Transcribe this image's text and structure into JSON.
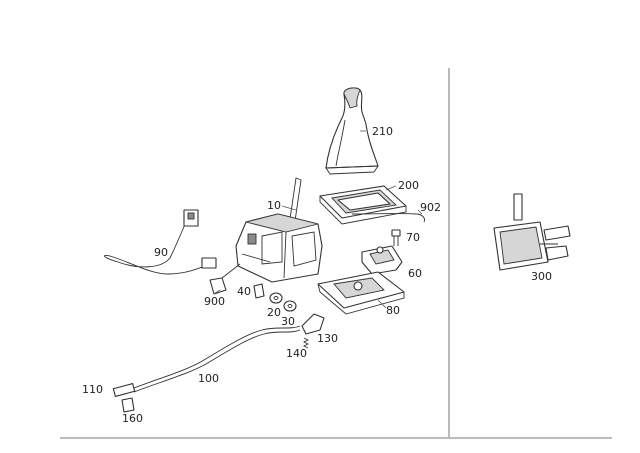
{
  "diagram": {
    "labels": [
      {
        "id": "p210",
        "text": "210"
      },
      {
        "id": "p200",
        "text": "200"
      },
      {
        "id": "p902",
        "text": "902"
      },
      {
        "id": "p10",
        "text": "10"
      },
      {
        "id": "p70",
        "text": "70"
      },
      {
        "id": "p90",
        "text": "90"
      },
      {
        "id": "p60",
        "text": "60"
      },
      {
        "id": "p900",
        "text": "900"
      },
      {
        "id": "p40",
        "text": "40"
      },
      {
        "id": "p80",
        "text": "80"
      },
      {
        "id": "p20",
        "text": "20"
      },
      {
        "id": "p30",
        "text": "30"
      },
      {
        "id": "p130",
        "text": "130"
      },
      {
        "id": "p140",
        "text": "140"
      },
      {
        "id": "p100",
        "text": "100"
      },
      {
        "id": "p110",
        "text": "110"
      },
      {
        "id": "p160",
        "text": "160"
      },
      {
        "id": "p300",
        "text": "300"
      }
    ]
  },
  "colors": {
    "line": "#333333",
    "shade": "#d6d6d6",
    "background": "#ffffff"
  }
}
